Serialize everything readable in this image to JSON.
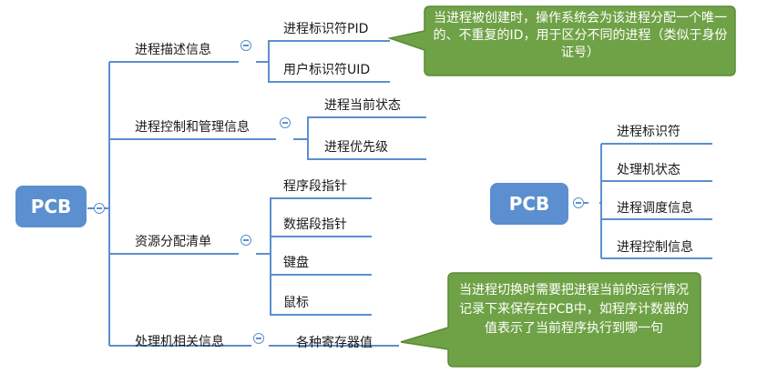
{
  "left_tree": {
    "root": "PCB",
    "branches": [
      {
        "label": "进程描述信息",
        "children": [
          "进程标识符PID",
          "用户标识符UID"
        ]
      },
      {
        "label": "进程控制和管理信息",
        "children": [
          "进程当前状态",
          "进程优先级"
        ]
      },
      {
        "label": "资源分配清单",
        "children": [
          "程序段指针",
          "数据段指针",
          "键盘",
          "鼠标"
        ]
      },
      {
        "label": "处理机相关信息",
        "children": [
          "各种寄存器值"
        ]
      }
    ]
  },
  "right_tree": {
    "root": "PCB",
    "children": [
      "进程标识符",
      "处理机状态",
      "进程调度信息",
      "进程控制信息"
    ]
  },
  "callouts": [
    {
      "text": "当进程被创建时，操作系统会为该进程分配一个唯一的、不重复的ID，用于区分不同的进程（类似于身份证号）"
    },
    {
      "text": "当进程切换时需要把进程当前的运行情况记录下来保存在PCB中，如程序计数器的值表示了当前程序执行到哪一句"
    }
  ],
  "colors": {
    "node": "#5b8fcf",
    "line": "#5b8fcf",
    "callout_fill": "#6fa246",
    "callout_border": "#5a8a36"
  }
}
